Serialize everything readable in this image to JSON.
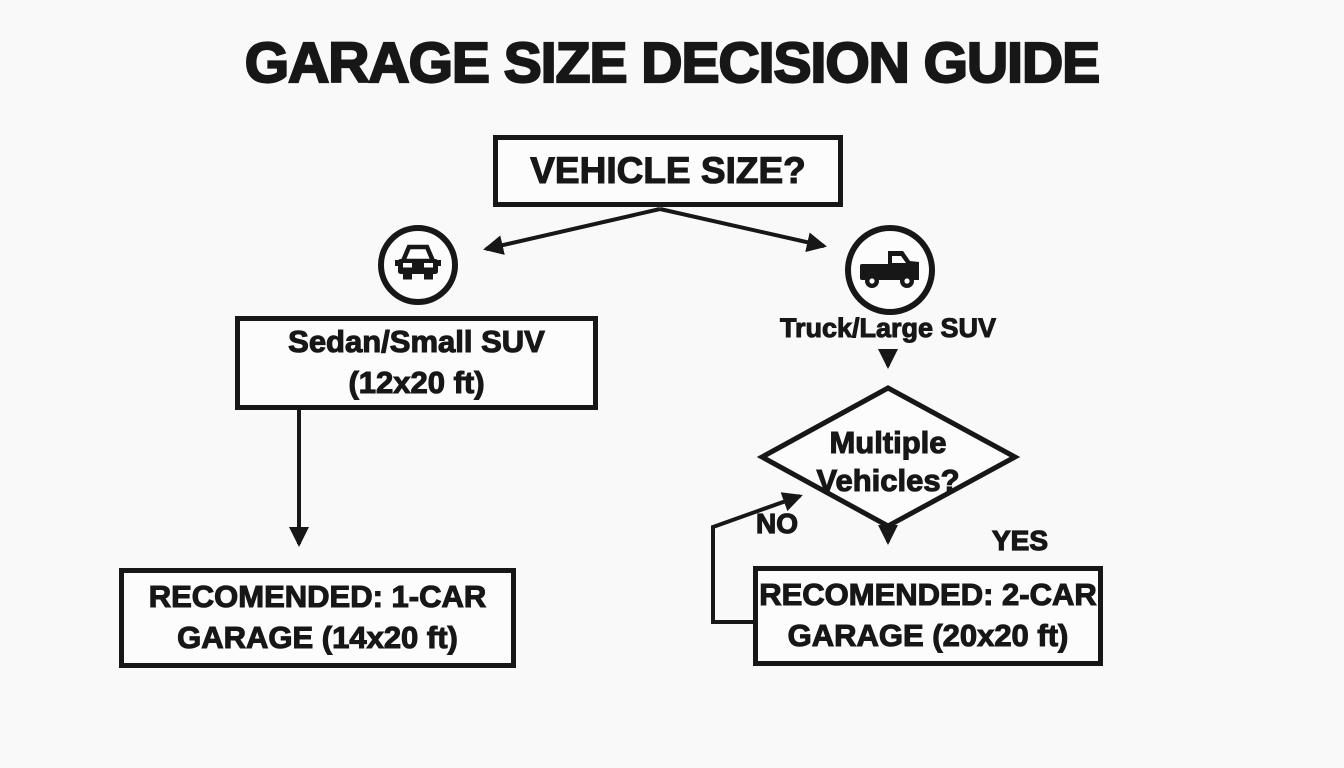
{
  "title": "GARAGE SIZE DECISION GUIDE",
  "colors": {
    "ink": "#171717",
    "background": "#f9f9f9",
    "node_fill": "#fcfcfc"
  },
  "root_node": {
    "label": "VEHICLE SIZE?"
  },
  "branches": {
    "left": {
      "icon": "car-icon",
      "option_box": {
        "line1": "Sedan/Small SUV",
        "line2": "(12x20 ft)"
      },
      "outcome_box": {
        "line1": "RECOMENDED: 1-CAR",
        "line2": "GARAGE (14x20 ft)"
      }
    },
    "right": {
      "icon": "truck-icon",
      "label": "Truck/Large SUV",
      "decision_node": {
        "line1": "Multiple",
        "line2": "Vehicles?"
      },
      "no_label": "NO",
      "yes_label": "YES",
      "outcome_box": {
        "line1": "RECOMENDED: 2-CAR",
        "line2": "GARAGE (20x20 ft)"
      }
    }
  }
}
